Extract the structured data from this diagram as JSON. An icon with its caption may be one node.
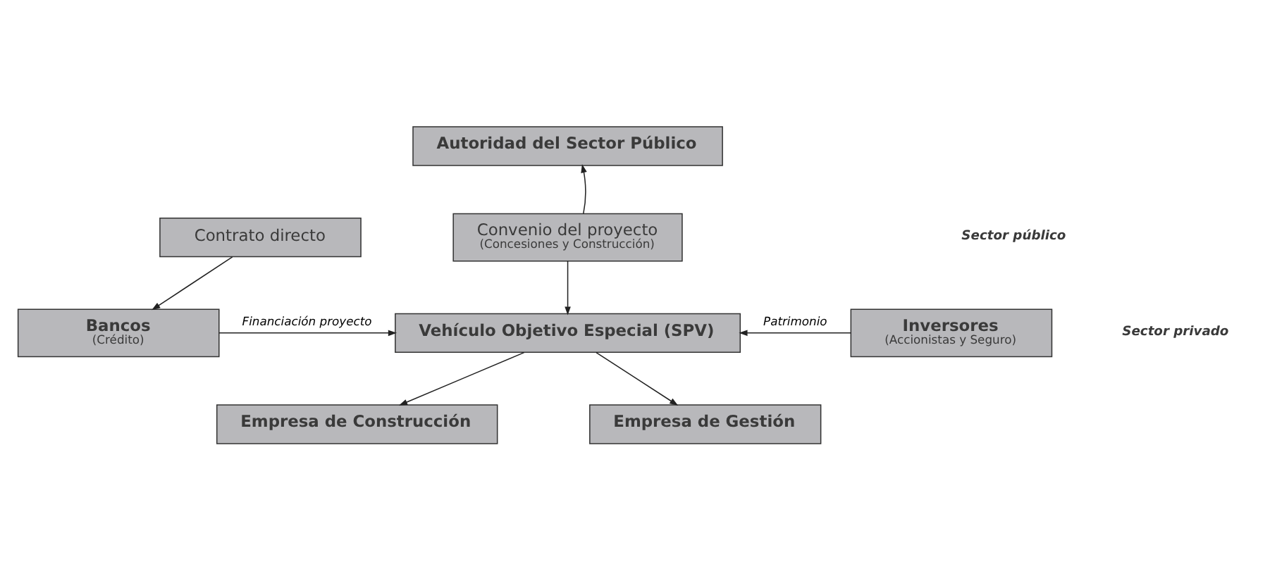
{
  "diagram": {
    "nodes": [
      {
        "text": [
          "Autoridad del Sector Público"
        ]
      },
      {
        "text": [
          "Contrato directo"
        ]
      },
      {
        "text": [
          "Convenio del proyecto",
          "(Concesiones y Construcción)"
        ]
      },
      {
        "text": [
          "Bancos",
          "(Crédito)"
        ]
      },
      {
        "text": [
          "Vehículo Objetivo Especial (SPV)"
        ]
      },
      {
        "text": [
          "Inversores",
          "(Accionistas y Seguro)"
        ]
      },
      {
        "text": [
          "Empresa de Construcción"
        ]
      },
      {
        "text": [
          "Empresa de Gestión"
        ]
      }
    ],
    "edges": [
      {
        "from": 2,
        "to": 0,
        "arrow": "to"
      },
      {
        "from": 1,
        "to": 3,
        "arrow": "to"
      },
      {
        "from": 2,
        "to": 4,
        "arrow": "to"
      },
      {
        "from": 3,
        "to": 4,
        "arrow": "to",
        "label": "Financiación proyecto"
      },
      {
        "from": 5,
        "to": 4,
        "arrow": "to",
        "label": "Patrimonio"
      },
      {
        "from": 4,
        "to": 6,
        "arrow": "to"
      },
      {
        "from": 4,
        "to": 7,
        "arrow": "to"
      }
    ],
    "labels": [
      "Sector público",
      "Sector privado"
    ]
  }
}
